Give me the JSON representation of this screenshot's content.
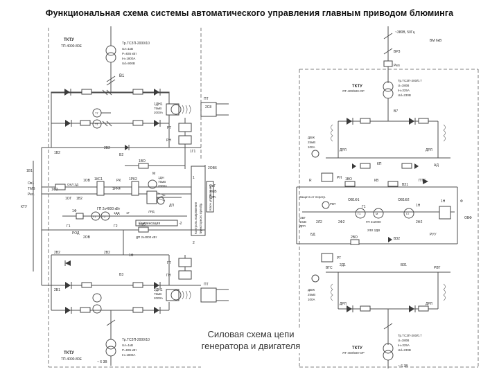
{
  "title": "Функциональная схема системы автоматического управления главным приводом блюминга",
  "caption": {
    "line1": "Силовая схема цепи",
    "line2": "генератора и двигателя"
  },
  "labels": {
    "tktu": "ТКТУ",
    "tktu_model": "ТП-4000-80Е",
    "tp_spec": "Тр.ТСЗП-2000/10",
    "b1": "В1",
    "b2": "В2",
    "b3": "В3",
    "ov1": "1ОВ",
    "ov2": "2ОВ",
    "g1": "Г1",
    "g2": "Г2",
    "m": "М",
    "pk": "РК",
    "ktu": "КТУ",
    "dp": "ДП",
    "ad": "АД",
    "rt": "РТ",
    "rn": "РН",
    "kv": "КВ",
    "r": "R",
    "ks": "Компенсация",
    "gen_spec": "ГП 2х4000 кВт",
    "motor_spec": "ДП 2х4000 кВт",
    "rod": "РОД",
    "ruu": "РУУ",
    "bd": "БД",
    "pts": "ПТС",
    "vm": "ВМ 6кВ",
    "vts": "ВТС",
    "rvt": "РВТ",
    "num1": "1",
    "num2": "2",
    "lead_top": "~380В, 50Гц",
    "lead_bottom": "~ 6 3В"
  }
}
